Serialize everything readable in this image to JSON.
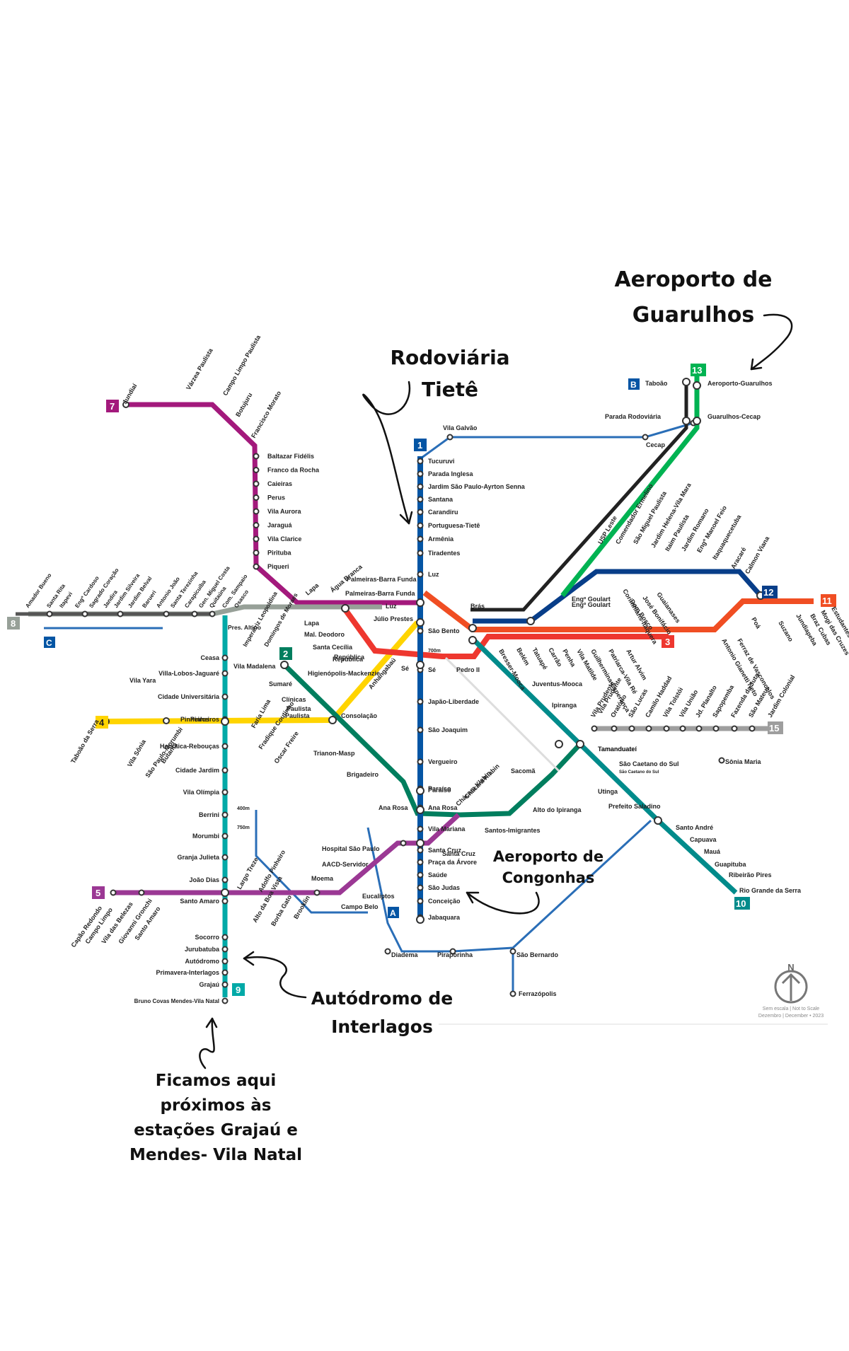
{
  "colors": {
    "line1": "#0455A4",
    "line2": "#007E5E",
    "line3": "#EE372F",
    "line4": "#FFD400",
    "line5": "#9B3894",
    "line7": "#A3197C",
    "line8": "#97A098",
    "line9": "#01A9A7",
    "line10": "#008B8B",
    "line11": "#F04E23",
    "line12": "#083E89",
    "line13": "#00B352",
    "line15": "#9E9E9E",
    "lineBlue": "#2A6EB7",
    "rail": "#222222"
  },
  "lines": [
    {
      "id": "line1",
      "label": "1",
      "color": "#0455A4"
    },
    {
      "id": "line2",
      "label": "2",
      "color": "#007E5E"
    },
    {
      "id": "line3",
      "label": "3",
      "color": "#EE372F"
    },
    {
      "id": "line4",
      "label": "4",
      "color": "#FFD400"
    },
    {
      "id": "line5",
      "label": "5",
      "color": "#9B3894"
    },
    {
      "id": "line7",
      "label": "7",
      "color": "#A3197C"
    },
    {
      "id": "line8",
      "label": "8",
      "color": "#97A098"
    },
    {
      "id": "line9",
      "label": "9",
      "color": "#01A9A7"
    },
    {
      "id": "line10",
      "label": "10",
      "color": "#008B8B"
    },
    {
      "id": "line11",
      "label": "11",
      "color": "#F04E23"
    },
    {
      "id": "line12",
      "label": "12",
      "color": "#083E89"
    },
    {
      "id": "line13",
      "label": "13",
      "color": "#00B352"
    },
    {
      "id": "line15",
      "label": "15",
      "color": "#9E9E9E"
    },
    {
      "id": "lineA",
      "label": "A",
      "color": "#0455A4"
    },
    {
      "id": "lineB",
      "label": "B",
      "color": "#0455A4"
    },
    {
      "id": "lineC",
      "label": "C",
      "color": "#0455A4"
    }
  ],
  "annotations": {
    "guarulhos": [
      "Aeroporto de",
      "Guarulhos"
    ],
    "tiete": [
      "Rodoviária",
      "Tietê"
    ],
    "congonhas": [
      "Aeroporto de",
      "Congonhas"
    ],
    "interlagos": [
      "Autódromo de",
      "Interlagos"
    ],
    "stay": [
      "Ficamos aqui",
      "próximos às",
      "estações Grajaú e",
      "Mendes- Vila Natal"
    ]
  },
  "footer": {
    "compass": "N",
    "scale_note": "Sem escala | Not to Scale",
    "date_note": "Dezembro | December • 2023"
  },
  "stations": {
    "line7": [
      "Jundiaí",
      "Várzea Paulista",
      "Campo Limpo Paulista",
      "Botujuru",
      "Francisco Morato",
      "Baltazar Fidélis",
      "Franco da Rocha",
      "Caieiras",
      "Perus",
      "Vila Aurora",
      "Jaraguá",
      "Vila Clarice",
      "Pirituba",
      "Piqueri",
      "Lapa",
      "Água Branca",
      "Palmeiras-Barra Funda"
    ],
    "line1": [
      "Tucuruvi",
      "Parada Inglesa",
      "Jardim São Paulo-Ayrton Senna",
      "Santana",
      "Carandiru",
      "Portuguesa-Tietê",
      "Armênia",
      "Tiradentes",
      "Luz",
      "São Bento",
      "Sé",
      "Japão-Liberdade",
      "São Joaquim",
      "Vergueiro",
      "Paraíso",
      "Ana Rosa",
      "Vila Mariana",
      "Santa Cruz",
      "Praça da Árvore",
      "Saúde",
      "São Judas",
      "Conceição",
      "Jabaquara"
    ],
    "line8": [
      "Amador Bueno",
      "Santa Rita",
      "Itapevi",
      "Engº Cardoso",
      "Sagrado Coração",
      "Jandira",
      "Jardim Silveira",
      "Jardim Belval",
      "Barueri",
      "Antonio João",
      "Santa Terezinha",
      "Carapicuíba",
      "Gen. Miguel Costa",
      "Quitaúna",
      "Com. Sampaio",
      "Osasco",
      "Pres. Altino",
      "Imperatriz Leopoldina",
      "Domingos de Moraes",
      "Lapa",
      "Júlio Prestes"
    ],
    "line9": [
      "Ceasa",
      "Villa-Lobos-Jaguaré",
      "Cidade Universitária",
      "Pinheiros",
      "Hebraica-Rebouças",
      "Cidade Jardim",
      "Vila Olímpia",
      "Berrini",
      "Morumbi",
      "Granja Julieta",
      "João Dias",
      "Santo Amaro",
      "Socorro",
      "Jurubatuba",
      "Autódromo",
      "Primavera-Interlagos",
      "Grajaú",
      "Bruno Covas Mendes-Vila Natal"
    ],
    "line2": [
      "Vila Madalena",
      "Sumaré",
      "Clínicas",
      "Paulista",
      "Consolação",
      "Trianon-Masp",
      "Brigadeiro",
      "Paraíso",
      "Ana Rosa",
      "Chácara Klabin",
      "Santos-Imigrantes",
      "Alto do Ipiranga",
      "Sacomã",
      "Tamanduateí",
      "Vila Prudente"
    ],
    "line4": [
      "Luz",
      "República",
      "Higienópolis-Mackenzie",
      "Paulista",
      "Oscar Freire",
      "Fradique Coutinho",
      "Faria Lima",
      "Pinheiros",
      "Butantã",
      "São Paulo-Morumbi",
      "Vila Sônia",
      "Taboão da Serra"
    ],
    "line3": [
      "Palmeiras-Barra Funda",
      "Mal. Deodoro",
      "Santa Cecília",
      "República",
      "Anhangabaú",
      "Sé",
      "Pedro II",
      "Brás",
      "Bresser-Mooca",
      "Belém",
      "Tatuapé",
      "Carrão",
      "Penha",
      "Vila Matilde",
      "Guilhermina-Esperança",
      "Patriarca-Vila Ré",
      "Artur Alvim",
      "Corinthians-Itaquera"
    ],
    "line5": [
      "Capão Redondo",
      "Campo Limpo",
      "Vila das Belezas",
      "Giovanni Gronchi",
      "Santo Amaro",
      "Largo Treze",
      "Adolfo Pinheiro",
      "Alto da Boa Vista",
      "Borba Gato",
      "Brooklin",
      "Campo Belo",
      "Eucaliptos",
      "Moema",
      "AACD-Servidor",
      "Hospital São Paulo",
      "Santa Cruz",
      "Chácara Klabin"
    ],
    "line10": [
      "Juventus-Mooca",
      "Ipiranga",
      "Tamanduateí",
      "São Caetano do Sul",
      "Utinga",
      "Prefeito Saladino",
      "Santo André",
      "Capuava",
      "Mauá",
      "Guapituba",
      "Ribeirão Pires",
      "Rio Grande da Serra"
    ],
    "line12": [
      "Brás",
      "Tatuapé",
      "Engº Goulart",
      "USP Leste",
      "Comendador Ermelino",
      "São Miguel Paulista",
      "Jardim Helena-Vila Mara",
      "Itaim Paulista",
      "Jardim Romano",
      "Engº Manoel Feio",
      "Itaquaquecetuba",
      "Aracaré",
      "Calmon Viana"
    ],
    "line11": [
      "Luz",
      "Brás",
      "Tatuapé",
      "Corinthians-Itaquera",
      "Dom Bosco",
      "José Bonifácio",
      "Guaianases",
      "Antonio Gianetti Neto",
      "Ferraz de Vasconcelos",
      "Poá",
      "Calmon Viana",
      "Suzano",
      "Jundiapeba",
      "Braz Cubas",
      "Mogi das Cruzes",
      "Estudantes"
    ],
    "line13": [
      "Engº Goulart",
      "Guarulhos-Cecap",
      "Aeroporto-Guarulhos"
    ],
    "line15": [
      "Vila Prudente",
      "Oratório",
      "São Lucas",
      "Camilo Haddad",
      "Vila Tolstói",
      "Vila União",
      "Jd. Planalto",
      "Sapopemba",
      "Fazenda da Juta",
      "São Mateus",
      "Jardim Colonial"
    ],
    "other": [
      "Vila Galvão",
      "Cecap",
      "Taboão",
      "Parada Rodoviária",
      "Sônia Maria",
      "Vila Yara",
      "Diadema",
      "Piraporinha",
      "São Bernardo",
      "Ferrazópolis"
    ],
    "walk": [
      "700m",
      "400m",
      "750m"
    ]
  }
}
